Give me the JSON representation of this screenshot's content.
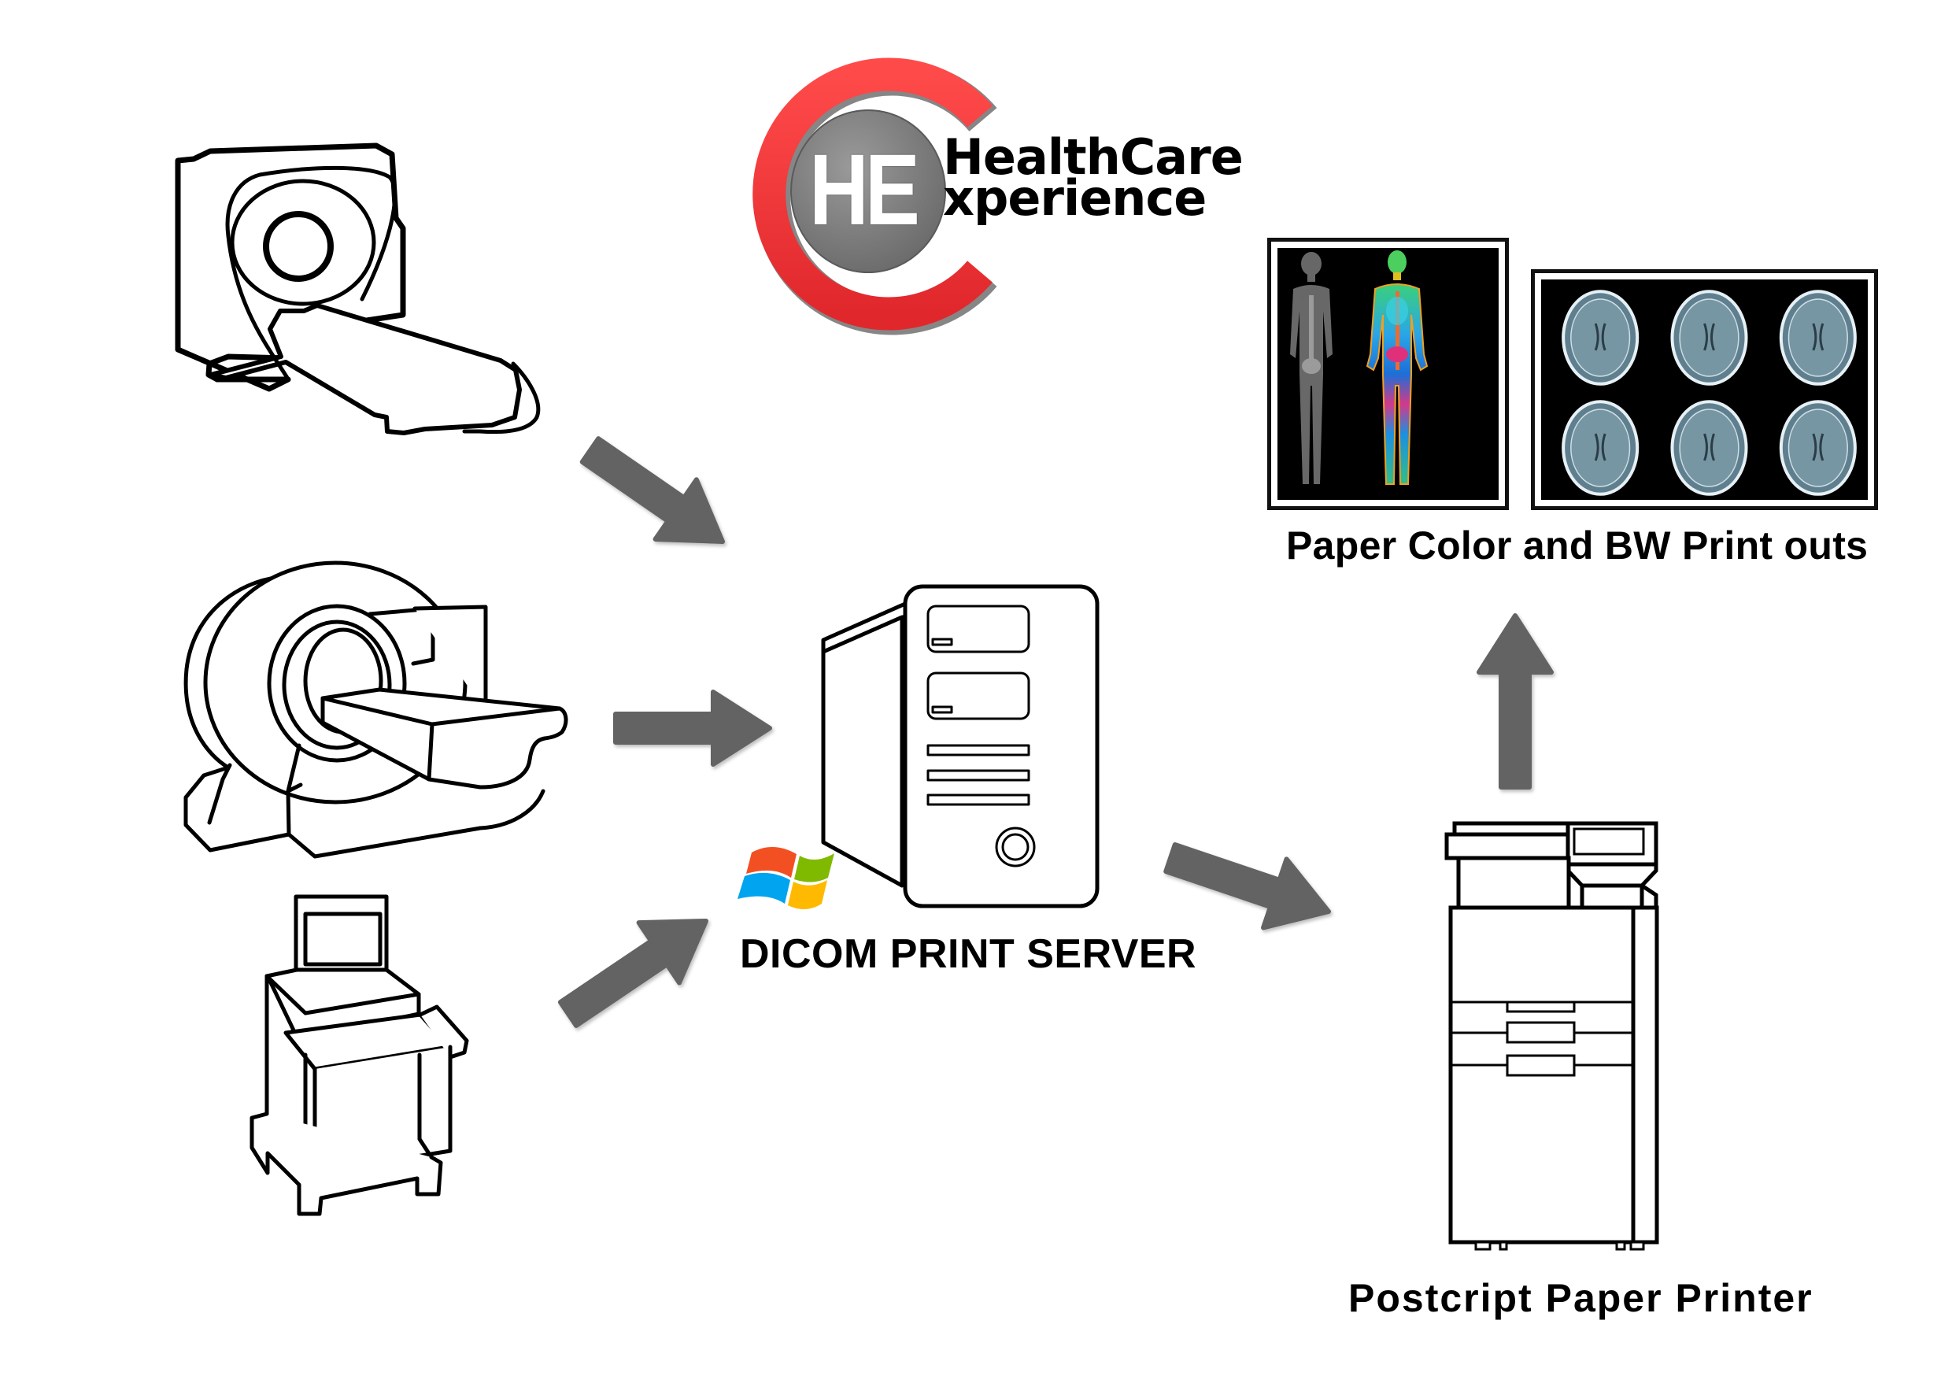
{
  "logo": {
    "monogram": "HE",
    "line1": "HealthCare",
    "line2": "xperience",
    "colors": {
      "ring": "#e8383d",
      "disc": "#808080",
      "monogram": "#ffffff",
      "text": "#000000"
    }
  },
  "sources": [
    {
      "name": "CT scanner",
      "icon": "ct-scanner-icon"
    },
    {
      "name": "MRI scanner",
      "icon": "mri-scanner-icon"
    },
    {
      "name": "Ultrasound cart",
      "icon": "ultrasound-icon"
    }
  ],
  "server": {
    "label": "DICOM PRINT SERVER",
    "icon": "server-tower-icon",
    "os_icon": "windows-logo-icon",
    "os_colors": [
      "#f25022",
      "#7fba00",
      "#00a4ef",
      "#ffb900"
    ]
  },
  "printer": {
    "label": "Postcript Paper Printer",
    "icon": "printer-icon"
  },
  "outputs": {
    "label": "Paper Color and BW Print outs",
    "items": [
      {
        "name": "Color whole-body print",
        "icon": "color-body-print-icon"
      },
      {
        "name": "BW brain MRI print",
        "icon": "bw-brain-print-icon"
      }
    ]
  },
  "arrows": {
    "color": "#636363",
    "flows": [
      {
        "from": "CT scanner",
        "to": "DICOM PRINT SERVER"
      },
      {
        "from": "MRI scanner",
        "to": "DICOM PRINT SERVER"
      },
      {
        "from": "Ultrasound cart",
        "to": "DICOM PRINT SERVER"
      },
      {
        "from": "DICOM PRINT SERVER",
        "to": "Postcript Paper Printer"
      },
      {
        "from": "Postcript Paper Printer",
        "to": "Paper Color and BW Print outs"
      }
    ]
  }
}
